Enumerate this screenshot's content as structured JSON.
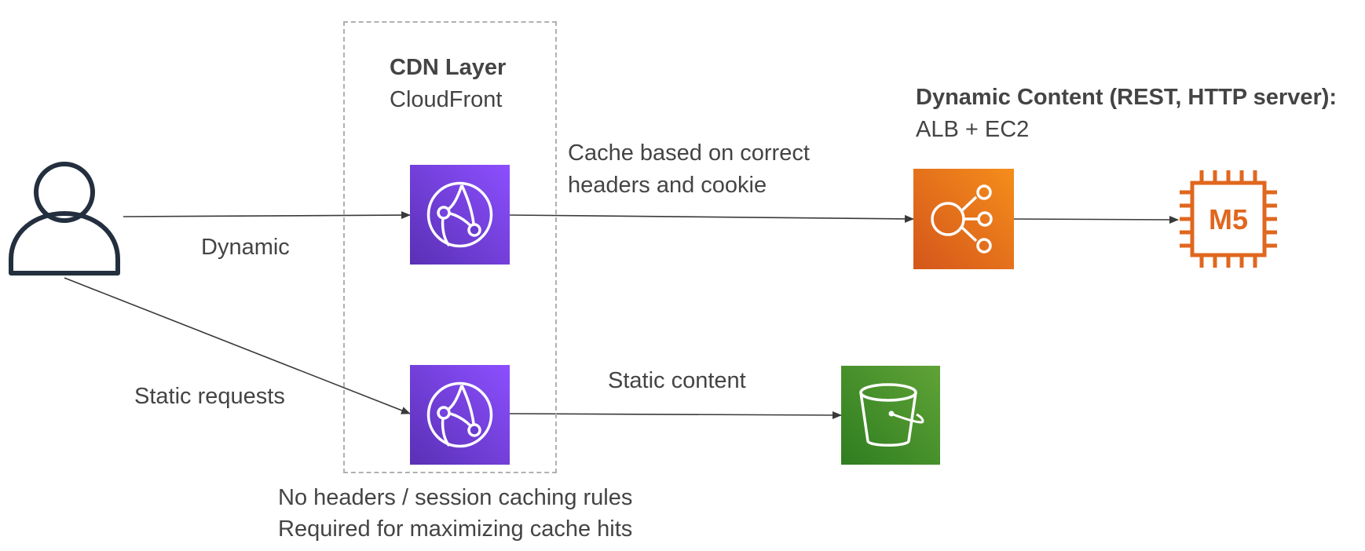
{
  "cdn_layer": {
    "title": "CDN Layer",
    "service": "CloudFront"
  },
  "dynamic_content": {
    "title": "Dynamic Content (REST, HTTP server):",
    "service": "ALB + EC2"
  },
  "labels": {
    "dynamic": "Dynamic",
    "static_requests": "Static requests",
    "cache_rule_line1": "Cache based on correct",
    "cache_rule_line2": "headers and cookie",
    "static_content": "Static content",
    "no_headers_line1": "No headers / session caching rules",
    "no_headers_line2": "Required for maximizing cache hits"
  },
  "nodes": {
    "user_icon": "user-icon",
    "cloudfront_dynamic_icon": "cloudfront-icon",
    "cloudfront_static_icon": "cloudfront-icon",
    "alb_icon": "load-balancer-icon",
    "ec2_icon": "ec2-m5-chip-icon",
    "ec2_text": "M5",
    "s3_icon": "s3-bucket-icon"
  },
  "colors": {
    "cloudfront_top": "#8c4fff",
    "cloudfront_bottom": "#5a30b5",
    "alb_top": "#f58d1b",
    "alb_bottom": "#d4561b",
    "ec2_orange": "#e0671f",
    "s3_top": "#60a337",
    "s3_bottom": "#2e7d20",
    "user_stroke": "#232f3e",
    "edge": "#3a3a3a"
  }
}
